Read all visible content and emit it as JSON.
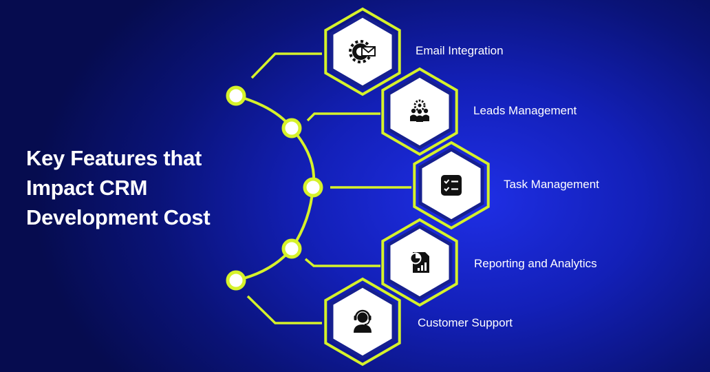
{
  "headline": {
    "line1": "Key Features that",
    "line2": "Impact CRM",
    "line3": "Development Cost"
  },
  "features": [
    {
      "label": "Email Integration",
      "icon": "email-gear-icon"
    },
    {
      "label": "Leads Management",
      "icon": "team-gear-icon"
    },
    {
      "label": "Task Management",
      "icon": "checklist-icon"
    },
    {
      "label": "Reporting and Analytics",
      "icon": "report-chart-icon"
    },
    {
      "label": "Customer Support",
      "icon": "headset-agent-icon"
    }
  ],
  "colors": {
    "accent": "#d6f22a",
    "hex_fill": "#ffffff",
    "hex_border": "#16208f",
    "background": "#1320b8",
    "text": "#ffffff"
  }
}
